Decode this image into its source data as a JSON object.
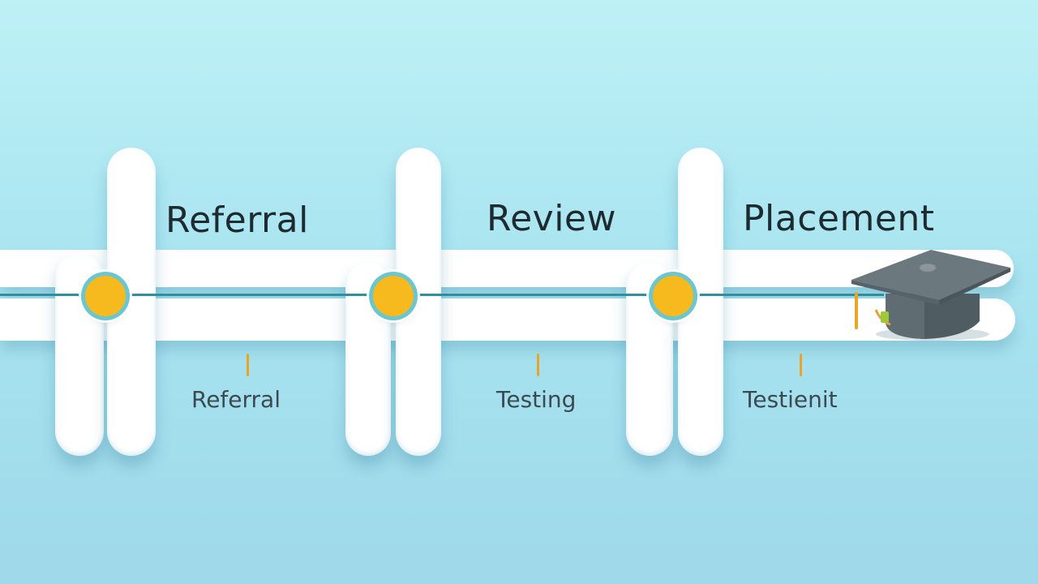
{
  "stages": [
    {
      "title": "Referral",
      "subtitle": "Referral"
    },
    {
      "title": "Review",
      "subtitle": "Testing"
    },
    {
      "title": "Placement",
      "subtitle": "Testienit"
    }
  ],
  "icons": {
    "end": "graduation-cap-icon"
  },
  "colors": {
    "background": "#aee6f2",
    "track": "#2f8f9c",
    "node": "#f6b91e",
    "node_ring": "#6cc6cf"
  }
}
